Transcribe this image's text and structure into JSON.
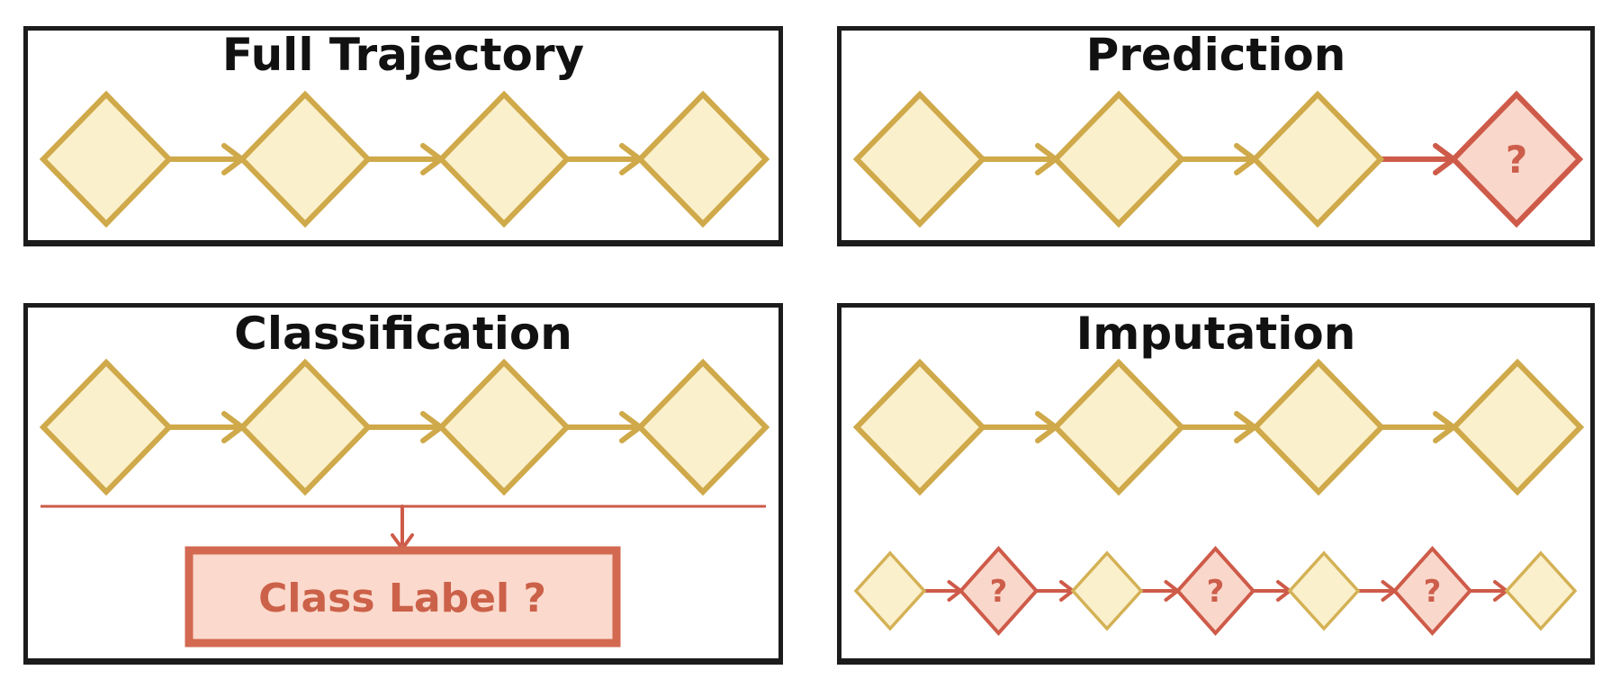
{
  "figure": {
    "background_color": "#ffffff",
    "panel_border_color": "#1c1c1c",
    "title_color": "#111111",
    "observed_state_fill": "#fbf0cc",
    "observed_state_stroke": "#cfa94a",
    "unknown_state_fill": "#fad7cb",
    "unknown_state_stroke": "#ce5b49",
    "panels": {
      "full_trajectory": {
        "title": "Full Trajectory",
        "states": [
          "observed",
          "observed",
          "observed",
          "observed"
        ]
      },
      "prediction": {
        "title": "Prediction",
        "states": [
          "observed",
          "observed",
          "observed",
          "unknown"
        ],
        "unknown_marker": "?"
      },
      "classification": {
        "title": "Classification",
        "states": [
          "observed",
          "observed",
          "observed",
          "observed"
        ],
        "output_box_label": "Class Label ?"
      },
      "imputation": {
        "title": "Imputation",
        "top_row_states": [
          "observed",
          "observed",
          "observed",
          "observed"
        ],
        "bottom_row_states": [
          "observed",
          "missing",
          "observed",
          "missing",
          "observed",
          "missing",
          "observed"
        ],
        "unknown_marker": "?"
      }
    }
  }
}
